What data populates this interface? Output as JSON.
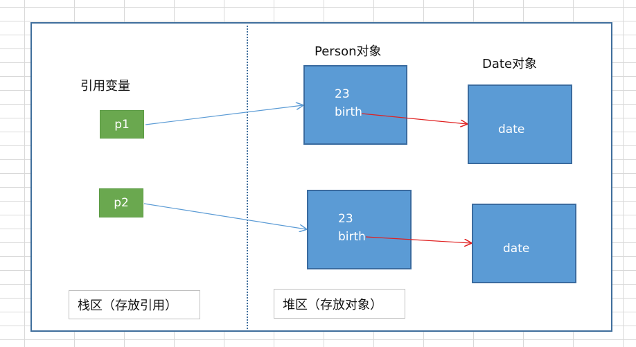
{
  "stack_heading": "引用变量",
  "person_heading": "Person对象",
  "date_heading": "Date对象",
  "refs": [
    {
      "label": "p1"
    },
    {
      "label": "p2"
    }
  ],
  "persons": [
    {
      "age": "23",
      "field": "birth"
    },
    {
      "age": "23",
      "field": "birth"
    }
  ],
  "dates": [
    {
      "label": "date"
    },
    {
      "label": "date"
    }
  ],
  "stack_area_label": "栈区（存放引用）",
  "heap_area_label": "堆区（存放对象）",
  "colors": {
    "reference": "#6aa84f",
    "object": "#5b9bd5",
    "ref_arrow": "#5b9bd5",
    "birth_arrow": "#e02020",
    "frame": "#3f6e9c"
  }
}
